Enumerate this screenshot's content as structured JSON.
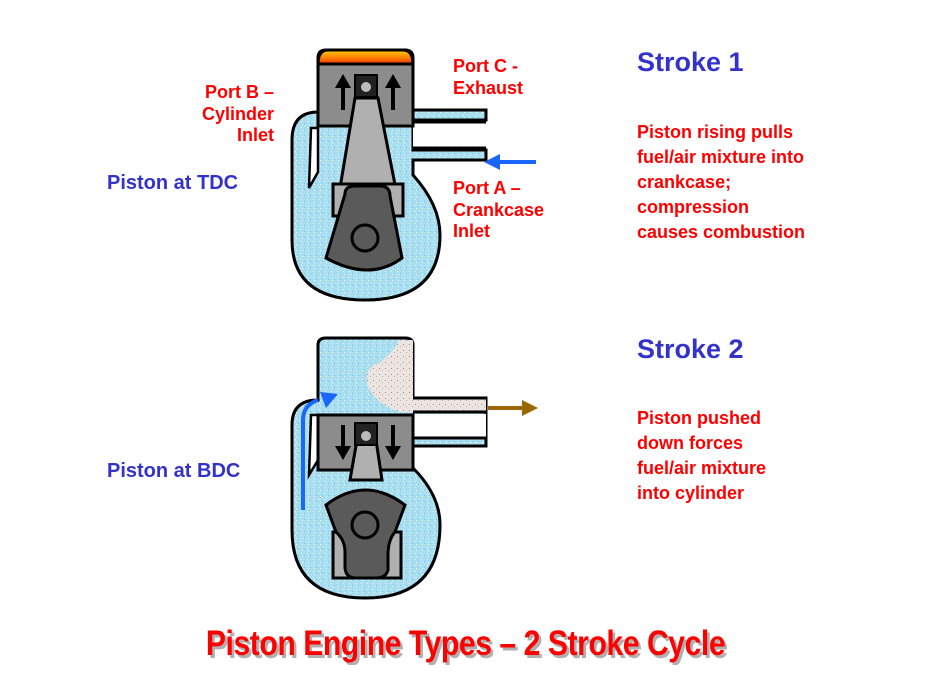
{
  "title": "Piston Engine Types – 2 Stroke Cycle",
  "colors": {
    "label_red": "#ff0000",
    "label_blue": "#3333cc",
    "fuel_air": "#a8def0",
    "exhaust_gas": "#e8e0dc",
    "piston_gray": "#8c8c8c",
    "crank_dark": "#5a5a5a",
    "combustion": "#ff6a00",
    "intake_arrow": "#1a66ff",
    "exhaust_arrow": "#996600"
  },
  "stroke1": {
    "heading": "Stroke 1",
    "piston_state": "Piston at TDC",
    "description": [
      "Piston rising pulls",
      "fuel/air mixture into",
      "crankcase;",
      "compression",
      "causes combustion"
    ],
    "ports": {
      "port_b": [
        "Port B –",
        "Cylinder",
        "Inlet"
      ],
      "port_c": [
        "Port C -",
        "Exhaust"
      ],
      "port_a": [
        "Port A –",
        "Crankcase",
        "Inlet"
      ]
    },
    "piston_arrows": "up",
    "flow_arrow_icon": "intake-arrow-left"
  },
  "stroke2": {
    "heading": "Stroke 2",
    "piston_state": "Piston at BDC",
    "description": [
      "Piston pushed",
      "down forces",
      "fuel/air mixture",
      "into cylinder"
    ],
    "piston_arrows": "down",
    "flow_arrow_icon": "exhaust-arrow-right"
  }
}
